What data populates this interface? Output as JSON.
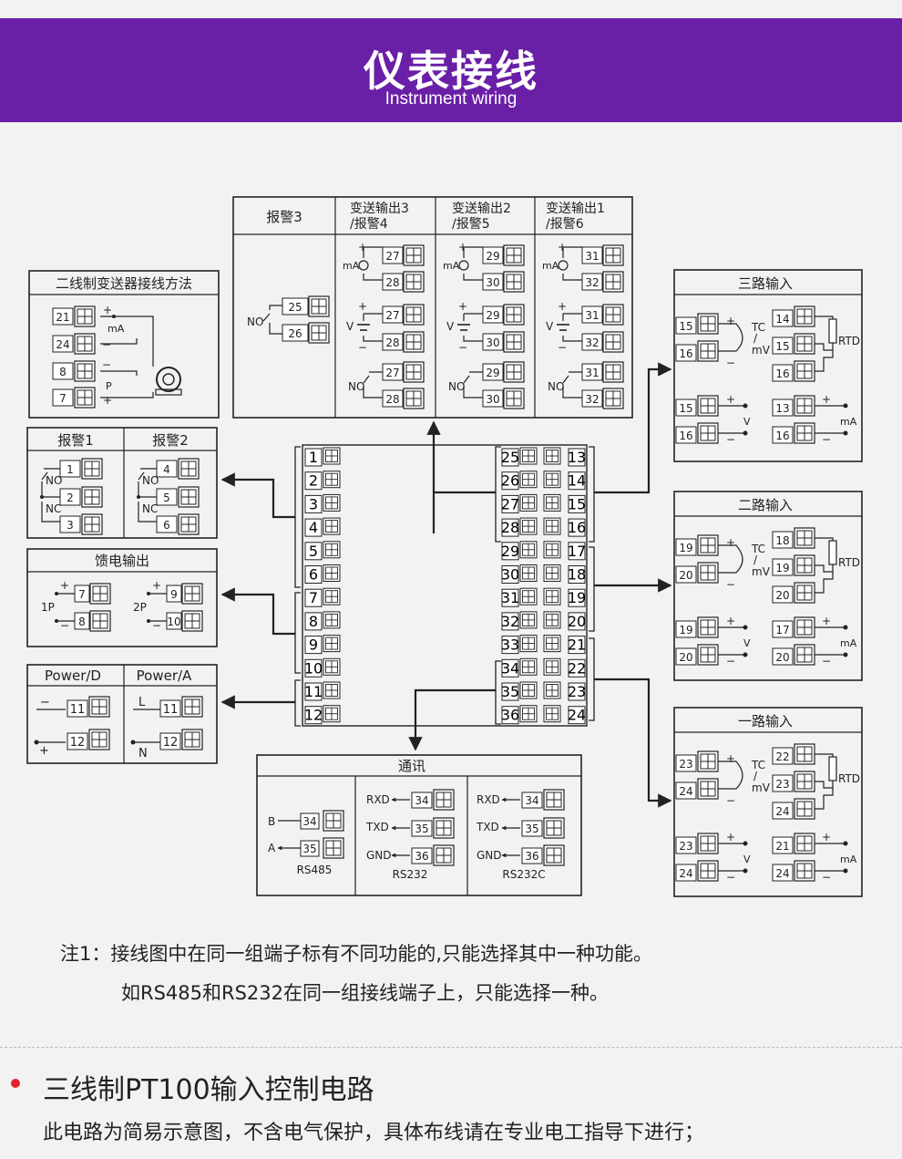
{
  "header": {
    "title": "仪表接线",
    "subtitle": "Instrument wiring"
  },
  "alarm3": {
    "title": "报警3",
    "no": "NO",
    "t1": "25",
    "t2": "26"
  },
  "trans3": {
    "title1": "变送输出3",
    "title2": "/报警4",
    "a": "27",
    "b": "28"
  },
  "trans2": {
    "title1": "变送输出2",
    "title2": "/报警5",
    "a": "29",
    "b": "30"
  },
  "trans1": {
    "title1": "变送输出1",
    "title2": "/报警6",
    "a": "31",
    "b": "32"
  },
  "labels": {
    "ma": "mA",
    "v": "V",
    "no": "NO",
    "nc": "NC",
    "plus": "+",
    "minus": "−",
    "tc": "TC",
    "slash": "/",
    "mv": "mV",
    "rtd": "RTD",
    "p": "P"
  },
  "two_wire": {
    "title": "二线制变送器接线方法",
    "t21": "21",
    "t24": "24",
    "t8": "8",
    "t7": "7"
  },
  "alarm1": {
    "title": "报警1",
    "t1": "1",
    "t2": "2",
    "t3": "3"
  },
  "alarm2": {
    "title": "报警2",
    "t4": "4",
    "t5": "5",
    "t6": "6"
  },
  "feed": {
    "title": "馈电输出",
    "p1": "1P",
    "p2": "2P",
    "t7": "7",
    "t8": "8",
    "t9": "9",
    "t10": "10"
  },
  "power_d": {
    "title": "Power/D",
    "t11": "11",
    "t12": "12"
  },
  "power_a": {
    "title": "Power/A",
    "l": "L",
    "n": "N",
    "t11": "11",
    "t12": "12"
  },
  "ch3": {
    "title": "三路输入",
    "a": "15",
    "b": "16",
    "c": "14",
    "m1": "13"
  },
  "ch2": {
    "title": "二路输入",
    "a": "19",
    "b": "20",
    "c": "18",
    "m1": "17"
  },
  "ch1": {
    "title": "一路输入",
    "a": "23",
    "b": "24",
    "c": "22",
    "m1": "21"
  },
  "comm": {
    "title": "通讯",
    "b": "B",
    "a": "A",
    "rs485": "RS485",
    "rs232": "RS232",
    "rs232c": "RS232C",
    "rxd": "RXD",
    "txd": "TXD",
    "gnd": "GND",
    "t34": "34",
    "t35": "35",
    "t36": "36"
  },
  "device": {
    "left": [
      "1",
      "2",
      "3",
      "4",
      "5",
      "6",
      "7",
      "8",
      "9",
      "10",
      "11",
      "12"
    ],
    "right_inner": [
      "25",
      "26",
      "27",
      "28",
      "29",
      "30",
      "31",
      "32",
      "33",
      "34",
      "35",
      "36"
    ],
    "right_outer": [
      "13",
      "14",
      "15",
      "16",
      "17",
      "18",
      "19",
      "20",
      "21",
      "22",
      "23",
      "24"
    ]
  },
  "notes": {
    "line1": "注1：接线图中在同一组端子标有不同功能的,只能选择其中一种功能。",
    "line2": "如RS485和RS232在同一组接线端子上，只能选择一种。"
  },
  "section": {
    "title": "三线制PT100输入控制电路",
    "desc": "此电路为简易示意图，不含电气保护，具体布线请在专业电工指导下进行；"
  }
}
